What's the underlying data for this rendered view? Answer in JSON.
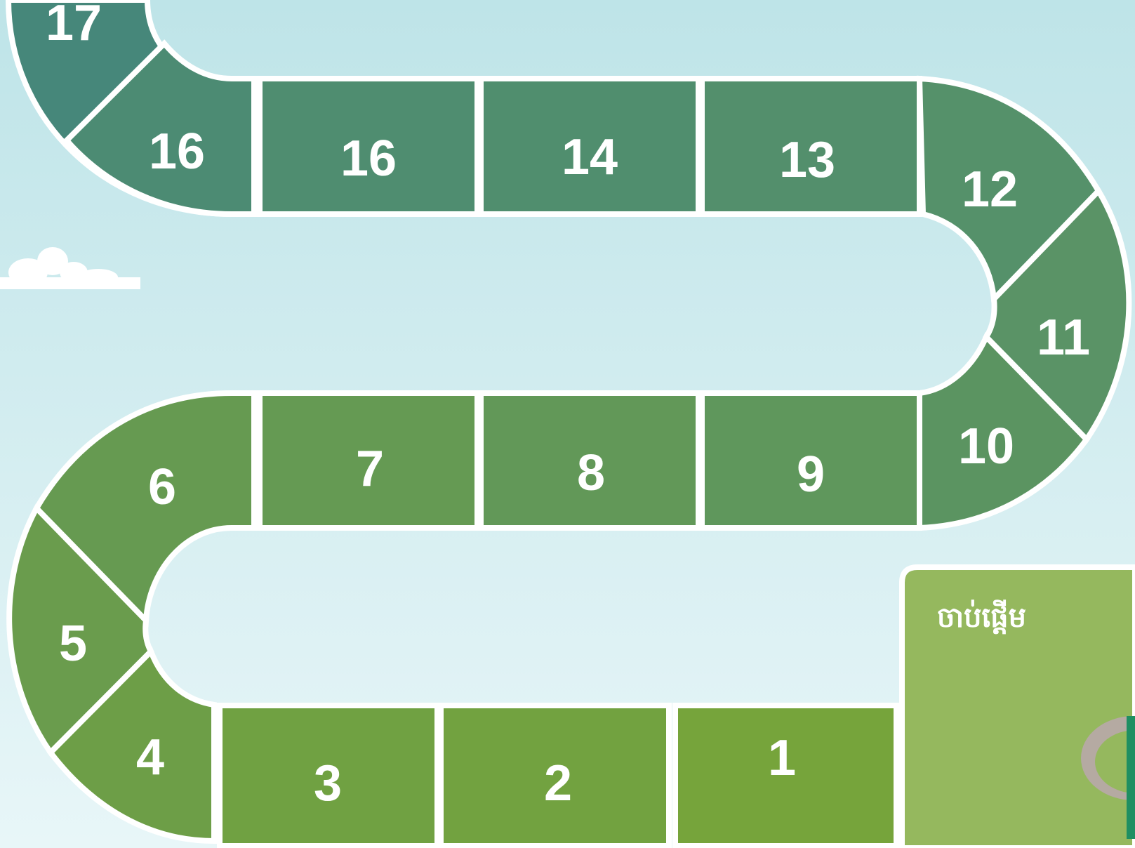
{
  "board": {
    "start_label": "ចាប់ផ្តើម",
    "squares": {
      "s1": "1",
      "s2": "2",
      "s3": "3",
      "s4": "4",
      "s5": "5",
      "s6": "6",
      "s7": "7",
      "s8": "8",
      "s9": "9",
      "s10": "10",
      "s11": "11",
      "s12": "12",
      "s13": "13",
      "s14": "14",
      "s15": "16",
      "s16": "16",
      "s17": "17"
    }
  },
  "colors": {
    "sky_top": "#bfe4e7",
    "sky_bottom": "#e6f5f7",
    "row1": "#74a43e",
    "row2": "#669a52",
    "row3": "#4f8d6d",
    "top_curve": "#43877a",
    "start_panel": "#95b85e",
    "border": "#ffffff"
  }
}
